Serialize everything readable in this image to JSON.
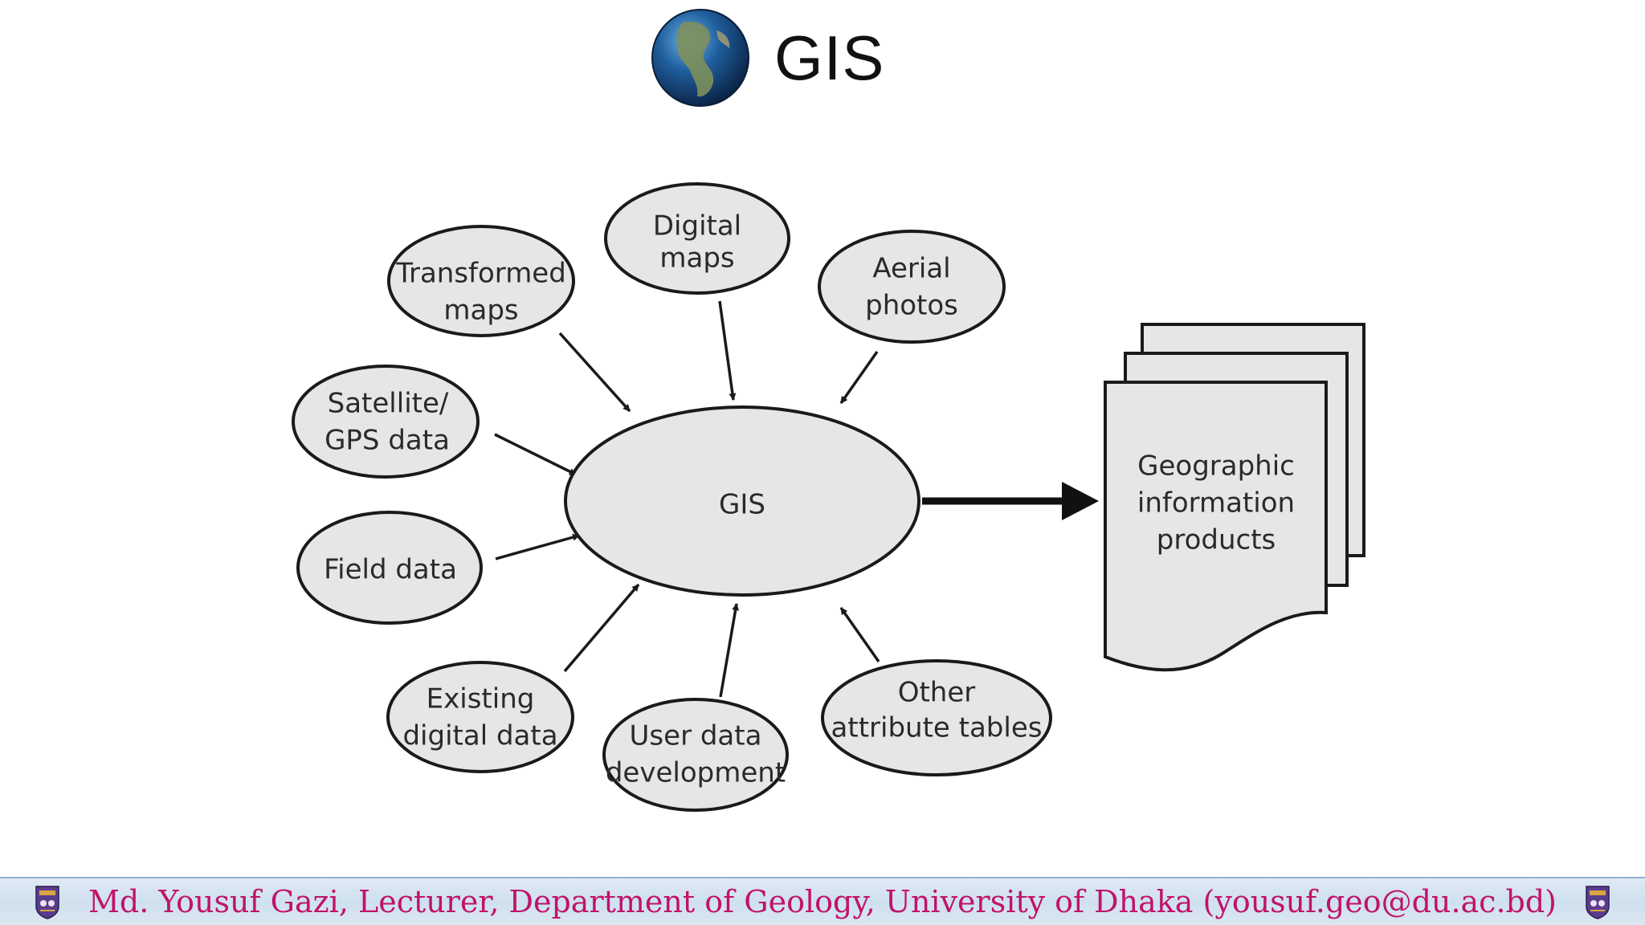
{
  "title": "GIS",
  "icons": {
    "title_icon": "globe-icon",
    "footer_icon": "university-seal-icon"
  },
  "diagram": {
    "center": "GIS",
    "inputs": [
      {
        "id": "digital-maps",
        "lines": [
          "Digital",
          "maps"
        ]
      },
      {
        "id": "transformed-maps",
        "lines": [
          "Transformed",
          "maps"
        ]
      },
      {
        "id": "aerial-photos",
        "lines": [
          "Aerial",
          "photos"
        ]
      },
      {
        "id": "satellite-gps-data",
        "lines": [
          "Satellite/",
          "GPS data"
        ]
      },
      {
        "id": "field-data",
        "lines": [
          "Field data"
        ]
      },
      {
        "id": "existing-digital-data",
        "lines": [
          "Existing",
          "digital data"
        ]
      },
      {
        "id": "user-data-development",
        "lines": [
          "User data",
          "development"
        ]
      },
      {
        "id": "other-attribute-tables",
        "lines": [
          "Other",
          "attribute tables"
        ]
      }
    ],
    "output": {
      "lines": [
        "Geographic",
        "information",
        "products"
      ]
    }
  },
  "footer": {
    "text": "Md. Yousuf Gazi, Lecturer, Department of Geology, University of Dhaka (yousuf.geo@du.ac.bd)"
  },
  "colors": {
    "node_fill": "#e6e6e6",
    "stroke": "#1a1a1a",
    "footer_text": "#c0136b"
  }
}
